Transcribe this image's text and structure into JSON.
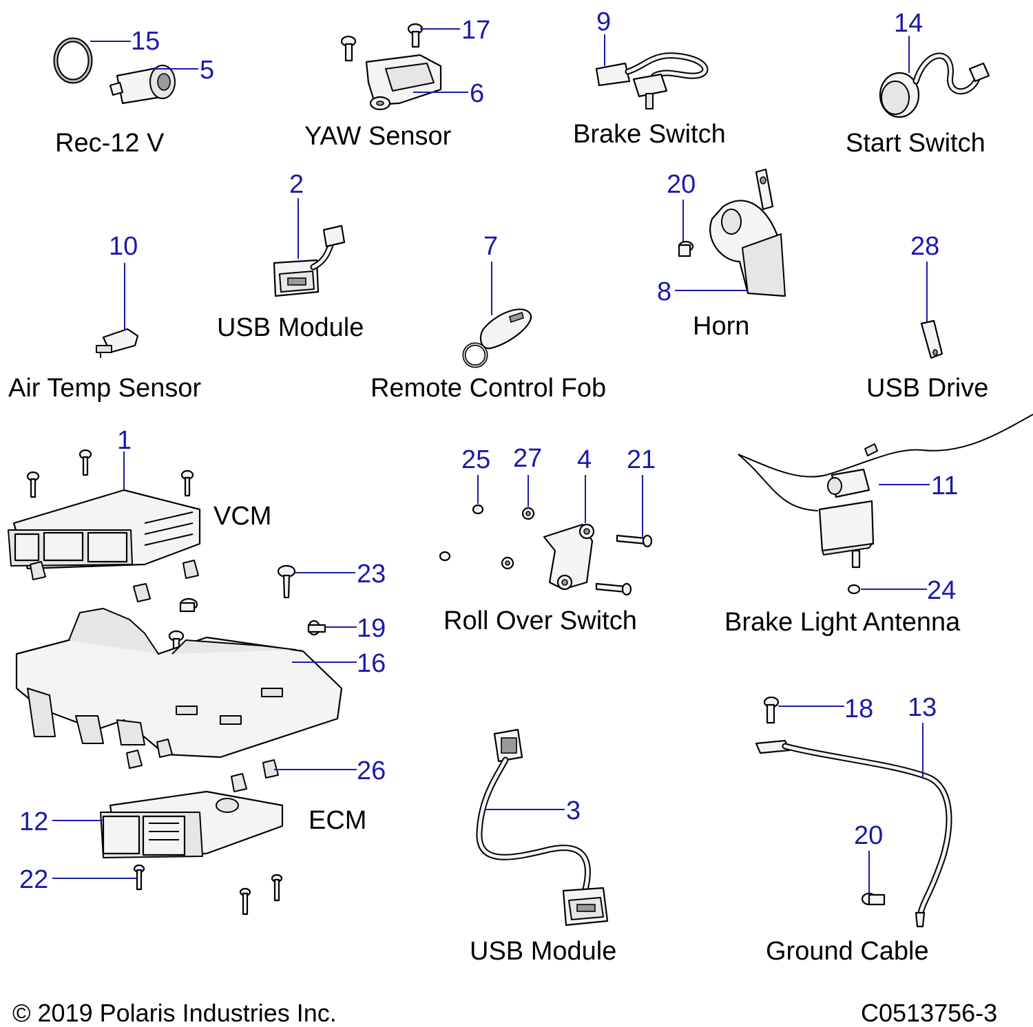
{
  "captions": {
    "rec12v": "Rec-12 V",
    "yaw_sensor": "YAW Sensor",
    "brake_switch": "Brake Switch",
    "start_switch": "Start Switch",
    "air_temp_sensor": "Air Temp Sensor",
    "usb_module_top": "USB Module",
    "remote_control_fob": "Remote Control Fob",
    "horn": "Horn",
    "usb_drive": "USB Drive",
    "vcm": "VCM",
    "roll_over_switch": "Roll Over Switch",
    "brake_light_antenna": "Brake Light Antenna",
    "ecm": "ECM",
    "usb_module_bottom": "USB Module",
    "ground_cable": "Ground Cable"
  },
  "callouts": {
    "c15": "15",
    "c5": "5",
    "c17": "17",
    "c6": "6",
    "c9": "9",
    "c14": "14",
    "c2": "2",
    "c20a": "20",
    "c10": "10",
    "c7": "7",
    "c8": "8",
    "c28": "28",
    "c1": "1",
    "c25": "25",
    "c27": "27",
    "c4": "4",
    "c21": "21",
    "c11": "11",
    "c23": "23",
    "c19": "19",
    "c16": "16",
    "c24": "24",
    "c26": "26",
    "c18": "18",
    "c13": "13",
    "c3": "3",
    "c12": "12",
    "c22": "22",
    "c20b": "20"
  },
  "footer": {
    "copyright": "© 2019 Polaris Industries Inc.",
    "drawing_number": "C0513756-3"
  },
  "colors": {
    "callout": "#1a1aa8",
    "caption": "#000000",
    "background": "#ffffff"
  }
}
